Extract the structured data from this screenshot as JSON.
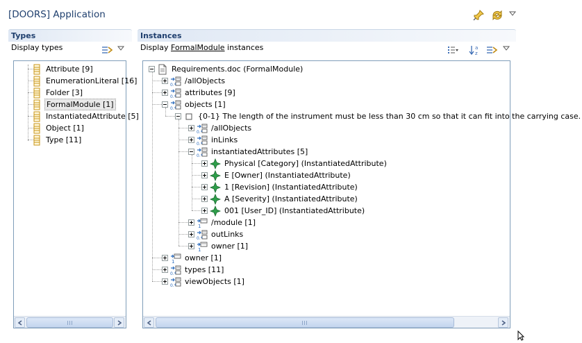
{
  "app": {
    "title": "[DOORS] Application"
  },
  "header_icons": [
    "pin-icon",
    "sync-icon",
    "view-menu-icon"
  ],
  "types_panel": {
    "heading": "Types",
    "subtitle": "Display types",
    "items": [
      {
        "label": "Attribute [9]"
      },
      {
        "label": "EnumerationLiteral [16]"
      },
      {
        "label": "Folder [3]"
      },
      {
        "label": "FormalModule [1]",
        "selected": true
      },
      {
        "label": "InstantiatedAttribute [5]"
      },
      {
        "label": "Object [1]"
      },
      {
        "label": "Type [11]"
      }
    ]
  },
  "instances_panel": {
    "heading": "Instances",
    "subtitle_prefix": "Display ",
    "subtitle_link": "FormalModule",
    "subtitle_suffix": " instances",
    "tree": [
      {
        "label": "Requirements.doc (FormalModule)",
        "depth": 0,
        "expander": "minus",
        "icon": "document-icon"
      },
      {
        "label": "/allObjects",
        "depth": 1,
        "expander": "plus",
        "icon": "reference-many-icon"
      },
      {
        "label": "attributes [9]",
        "depth": 1,
        "expander": "plus",
        "icon": "reference-many-icon"
      },
      {
        "label": "objects [1]",
        "depth": 1,
        "expander": "minus",
        "icon": "reference-many-icon"
      },
      {
        "label": "{0-1} The length of the instrument must be less than 30 cm so that it can fit into the carrying case.",
        "depth": 2,
        "expander": "minus",
        "icon": "object-icon"
      },
      {
        "label": "/allObjects",
        "depth": 3,
        "expander": "plus",
        "icon": "reference-many-icon"
      },
      {
        "label": "inLinks",
        "depth": 3,
        "expander": "plus",
        "icon": "reference-many-icon"
      },
      {
        "label": "instantiatedAttributes [5]",
        "depth": 3,
        "expander": "minus",
        "icon": "reference-many-icon"
      },
      {
        "label": "Physical [Category] (InstantiatedAttribute)",
        "depth": 4,
        "expander": "plus",
        "icon": "attribute-icon"
      },
      {
        "label": "E [Owner] (InstantiatedAttribute)",
        "depth": 4,
        "expander": "plus",
        "icon": "attribute-icon"
      },
      {
        "label": "1 [Revision] (InstantiatedAttribute)",
        "depth": 4,
        "expander": "plus",
        "icon": "attribute-icon"
      },
      {
        "label": "A [Severity] (InstantiatedAttribute)",
        "depth": 4,
        "expander": "plus",
        "icon": "attribute-icon"
      },
      {
        "label": "001 [User_ID] (InstantiatedAttribute)",
        "depth": 4,
        "expander": "plus",
        "icon": "attribute-icon"
      },
      {
        "label": "/module [1]",
        "depth": 3,
        "expander": "plus",
        "icon": "reference-one-icon"
      },
      {
        "label": "outLinks",
        "depth": 3,
        "expander": "plus",
        "icon": "reference-many-icon"
      },
      {
        "label": "owner [1]",
        "depth": 3,
        "expander": "plus",
        "icon": "reference-one-icon"
      },
      {
        "label": "owner [1]",
        "depth": 1,
        "expander": "plus",
        "icon": "reference-one-icon"
      },
      {
        "label": "types [11]",
        "depth": 1,
        "expander": "plus",
        "icon": "reference-many-icon"
      },
      {
        "label": "viewObjects [1]",
        "depth": 1,
        "expander": "plus",
        "icon": "reference-many-icon"
      }
    ]
  },
  "colors": {
    "title": "#1f3f6e",
    "panel_border": "#7f9db9",
    "attribute_icon": "#2e9e4a",
    "type_icon": "#d7a21a"
  }
}
